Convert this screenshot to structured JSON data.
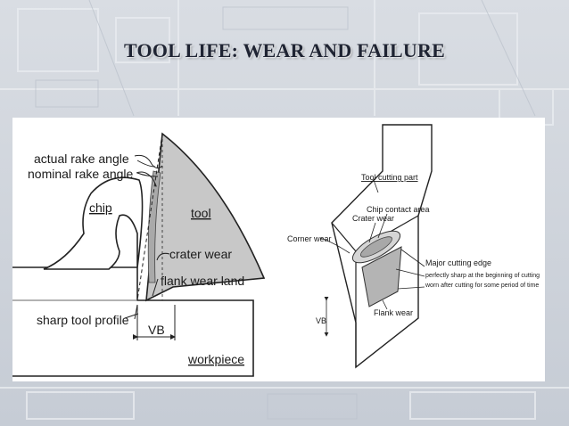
{
  "slide": {
    "title": "TOOL LIFE: WEAR AND FAILURE"
  },
  "left_diagram": {
    "actual_rake_angle": "actual rake angle",
    "nominal_rake_angle": "nominal rake angle",
    "chip": "chip",
    "tool": "tool",
    "crater_wear": "crater wear",
    "flank_wear_land": "flank wear land",
    "sharp_tool_profile": "sharp tool profile",
    "vb": "VB",
    "workpiece": "workpiece"
  },
  "right_diagram": {
    "tool_cutting_part": "Tool cutting part",
    "chip_contact_area": "Chip contact area",
    "crater_wear": "Crater wear",
    "corner_wear": "Corner wear",
    "major_cutting_edge": "Major cutting edge",
    "sharp_note": "perfectly sharp at the beginning of cutting",
    "worn_note": "worn after cutting for some period of time",
    "flank_wear": "Flank wear",
    "vb": "VB"
  }
}
